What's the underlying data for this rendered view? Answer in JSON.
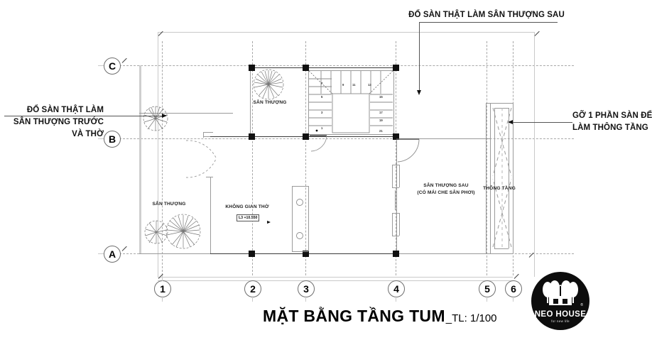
{
  "drawing": {
    "title_main": "MẶT BẰNG TẦNG TUM",
    "title_scale": "_TL: 1/100"
  },
  "annotations": {
    "left": {
      "line1": "ĐỔ SÀN THẬT LÀM",
      "line2": "SÂN THƯỢNG TRƯỚC",
      "line3": "VÀ THỜ"
    },
    "top": {
      "line1": "ĐỔ SÀN THẬT LÀM SÂN THƯỢNG SAU"
    },
    "right": {
      "line1": "GỠ 1 PHẦN SÀN ĐỂ",
      "line2": "LÀM THÔNG TẦNG"
    }
  },
  "rooms": [
    {
      "id": "san-thuong-top",
      "label": "SÂN THƯỢNG"
    },
    {
      "id": "san-thuong-left",
      "label": "SÂN THƯỢNG"
    },
    {
      "id": "khong-gian-tho",
      "label": "KHÔNG GIAN THỜ",
      "elevation": "L3 +10.550"
    },
    {
      "id": "san-thuong-sau",
      "label_line1": "SÂN THƯỢNG SAU",
      "label_line2": "(CÓ MÁI CHE SÂN PHƠI)"
    },
    {
      "id": "thong-tang",
      "label": "THÔNG TẦNG"
    }
  ],
  "grid": {
    "vertical_labels": [
      "1",
      "2",
      "3",
      "4",
      "5",
      "6"
    ],
    "horizontal_labels": [
      "A",
      "B",
      "C"
    ]
  },
  "stairs": {
    "left_run_numbers": [
      "1",
      "3",
      "5",
      "7"
    ],
    "top_run_numbers": [
      "9",
      "11",
      "13"
    ],
    "right_run_numbers": [
      "15",
      "17",
      "19",
      "21"
    ]
  },
  "logo": {
    "word": "NEO HOUSE",
    "tagline": "for new life",
    "registered": "®"
  },
  "colors": {
    "ink": "#111111",
    "wall": "#3a3a3a",
    "grid": "#9a9a9a",
    "logo_bg": "#0d0d0d"
  }
}
